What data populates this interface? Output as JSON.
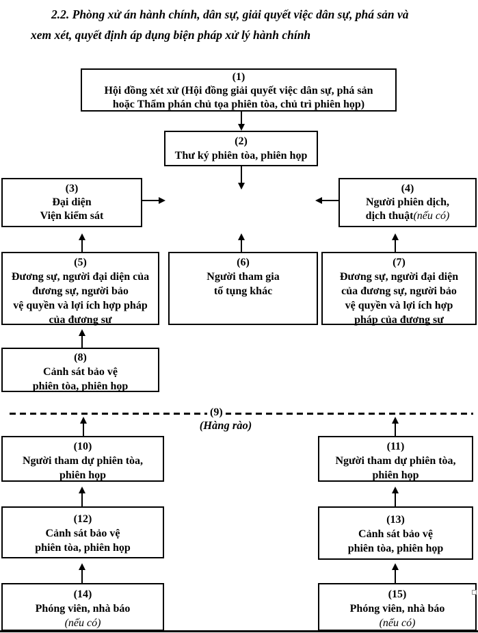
{
  "title": "2.2. Phòng xử án hành chính, dân sự, giải quyết việc dân sự, phá sản và\nxem xét, quyết định áp dụng biện pháp xử lý hành chính",
  "boxes": {
    "b1": {
      "num": "(1)",
      "text": "Hội đồng xét xử (Hội đồng giải quyết việc dân sự, phá sản\nhoặc Thẩm phán chủ tọa phiên tòa, chủ trì phiên họp)"
    },
    "b2": {
      "num": "(2)",
      "text": "Thư ký phiên tòa, phiên họp"
    },
    "b3": {
      "num": "(3)",
      "text": "Đại diện\nViện kiểm sát"
    },
    "b4": {
      "num": "(4)",
      "text": "Người phiên dịch,\ndịch thuật",
      "note": "(nếu có)"
    },
    "b5": {
      "num": "(5)",
      "text": "Đương sự, người đại diện của\nđương sự, người bảo\nvệ quyền và lợi ích hợp pháp\ncủa đương sự"
    },
    "b6": {
      "num": "(6)",
      "text": "Người tham gia\ntố tụng khác"
    },
    "b7": {
      "num": "(7)",
      "text": "Đương sự, người đại diện\ncủa đương sự, người bảo\nvệ quyền và lợi ích hợp\npháp của đương sự"
    },
    "b8": {
      "num": "(8)",
      "text": "Cảnh sát bảo vệ\nphiên tòa, phiên họp"
    },
    "b10": {
      "num": "(10)",
      "text": "Người tham dự phiên tòa,\nphiên họp"
    },
    "b11": {
      "num": "(11)",
      "text": "Người tham dự phiên tòa,\nphiên họp"
    },
    "b12": {
      "num": "(12)",
      "text": "Cảnh sát bảo vệ\nphiên tòa, phiên họp"
    },
    "b13": {
      "num": "(13)",
      "text": "Cảnh sát bảo vệ\nphiên tòa, phiên họp"
    },
    "b14": {
      "num": "(14)",
      "text": "Phóng viên, nhà báo",
      "note": "(nếu có)"
    },
    "b15": {
      "num": "(15)",
      "text": "Phóng viên, nhà báo",
      "note": "(nếu có)"
    }
  },
  "fence": {
    "num": "(9)",
    "caption": "(Hàng rào)"
  },
  "colors": {
    "ink": "#000000",
    "background": "#ffffff"
  }
}
